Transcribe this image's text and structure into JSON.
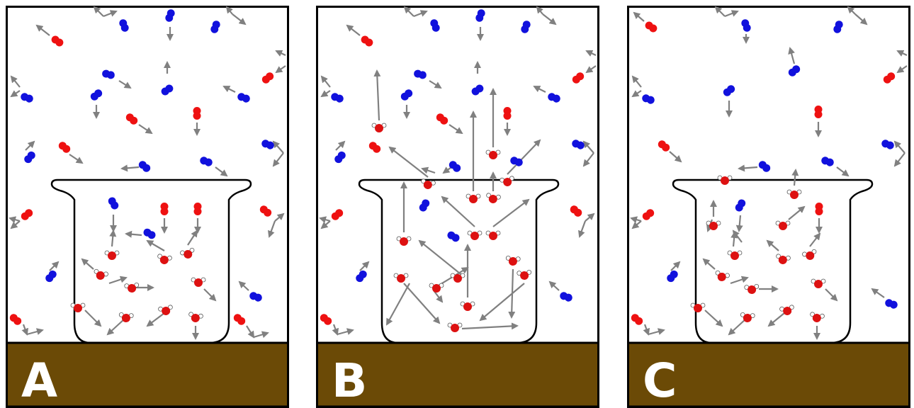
{
  "panels": [
    {
      "letter": "A",
      "label_color": "#ffffff"
    },
    {
      "letter": "B",
      "label_color": "#ffffff"
    },
    {
      "letter": "C",
      "label_color": "#ffffff"
    }
  ],
  "colors": {
    "frame": "#000000",
    "ground": "#6b4a06",
    "liquid": "#c8c8f6",
    "arrow": "#808080",
    "oxygen_molecule": "#ee1111",
    "nitrogen_molecule": "#1111dd",
    "water_oxygen": "#dd1111",
    "water_hydrogen": "#ffffff"
  },
  "icons": [
    "beaker-icon",
    "water-molecule-icon",
    "oxygen-molecule-icon",
    "nitrogen-molecule-icon",
    "motion-arrow-icon"
  ]
}
